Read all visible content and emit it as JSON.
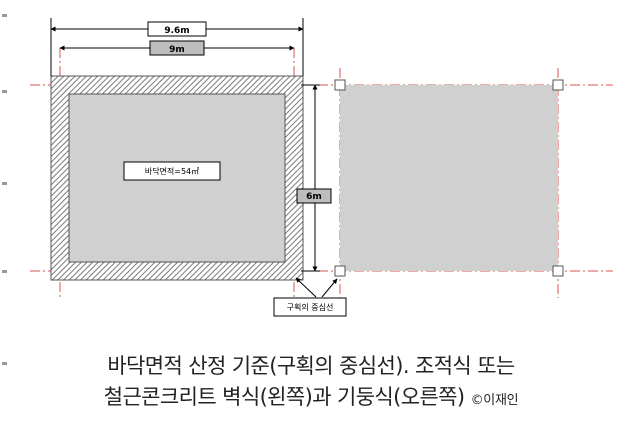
{
  "diagram": {
    "label_total_width": "9.6m",
    "label_inner_width": "9m",
    "label_height": "6m",
    "label_area": "바닥면적=54㎡",
    "label_centerline": "구획의 중심선"
  },
  "caption": {
    "line1": "바닥면적 산정 기준(구획의 중심선). 조적식 또는",
    "line2": "철근콘크리트 벽식(왼쪽)과 기둥식(오른쪽)",
    "credit": "©이재인"
  },
  "colors": {
    "centerline": "#d9534f",
    "fill": "#d0d0d0",
    "wall_hatch": "#7a7a7a",
    "dimension": "#000000"
  }
}
